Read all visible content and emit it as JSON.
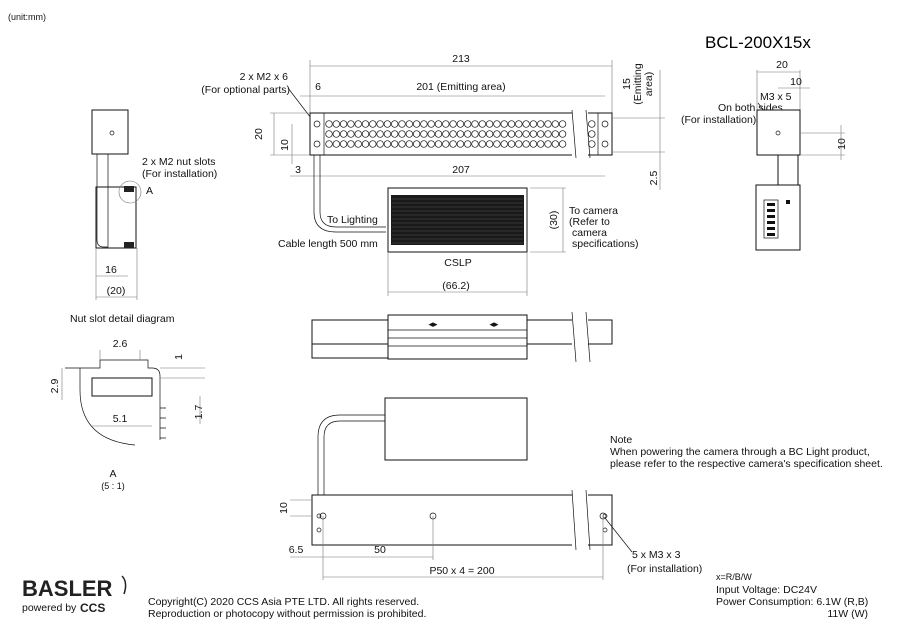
{
  "unit": "(unit:mm)",
  "title": "BCL-200X15x",
  "top_view": {
    "dim_total": "213",
    "dim_offset": "6",
    "dim_emitting": "201 (Emitting area)",
    "screw_label": "2 x M2 x 6",
    "screw_note": "(For optional parts)",
    "dim_height": "20",
    "dim_hole_pitch": "10",
    "dim_3": "3",
    "dim_207": "207",
    "dim_15": "15",
    "emitting_label_1": "(Emitting",
    "emitting_label_2": "area)",
    "dim_2_5": "2.5",
    "to_lighting": "To Lighting",
    "cable_length": "Cable length 500 mm",
    "dim_30": "(30)",
    "to_camera_1": "To camera",
    "to_camera_2": "(Refer to",
    "to_camera_3": "camera",
    "to_camera_4": "specifications)",
    "cslp": "CSLP",
    "dim_66": "(66.2)"
  },
  "side_view": {
    "nut_label": "2 x M2 nut slots",
    "nut_note": "(For installation)",
    "detail_ref": "A",
    "dim_16": "16",
    "dim_20": "(20)"
  },
  "nut_detail": {
    "title": "Nut slot detail diagram",
    "dim_2_6": "2.6",
    "dim_1": "1",
    "dim_2_9": "2.9",
    "dim_5_1": "5.1",
    "dim_1_7": "1.7",
    "ref": "A",
    "scale": "(5 : 1)"
  },
  "right_view": {
    "dim_20": "20",
    "dim_10": "10",
    "screw_label": "M3 x 5",
    "screw_note_1": "On both sides",
    "screw_note_2": "(For installation)",
    "dim_10_v": "10"
  },
  "bottom_view": {
    "dim_10": "10",
    "dim_6_5": "6.5",
    "dim_50": "50",
    "pitch": "P50 x 4 = 200",
    "screw_label": "5 x M3 x 3",
    "screw_note": "(For installation)"
  },
  "note": {
    "title": "Note",
    "line1": "When powering the camera through a BC Light product,",
    "line2": "please refer to the respective camera's specification sheet."
  },
  "specs": {
    "variants": "x=R/B/W",
    "voltage": "Input Voltage: DC24V",
    "power_rb": "Power Consumption: 6.1W (R,B)",
    "power_w": "11W (W)"
  },
  "footer": {
    "logo": "BASLER",
    "powered_by": "powered by",
    "ccs": "CCS",
    "copyright": "Copyright(C) 2020 CCS Asia PTE LTD. All rights reserved.",
    "reproduction": "Reproduction or photocopy without permission is prohibited."
  }
}
